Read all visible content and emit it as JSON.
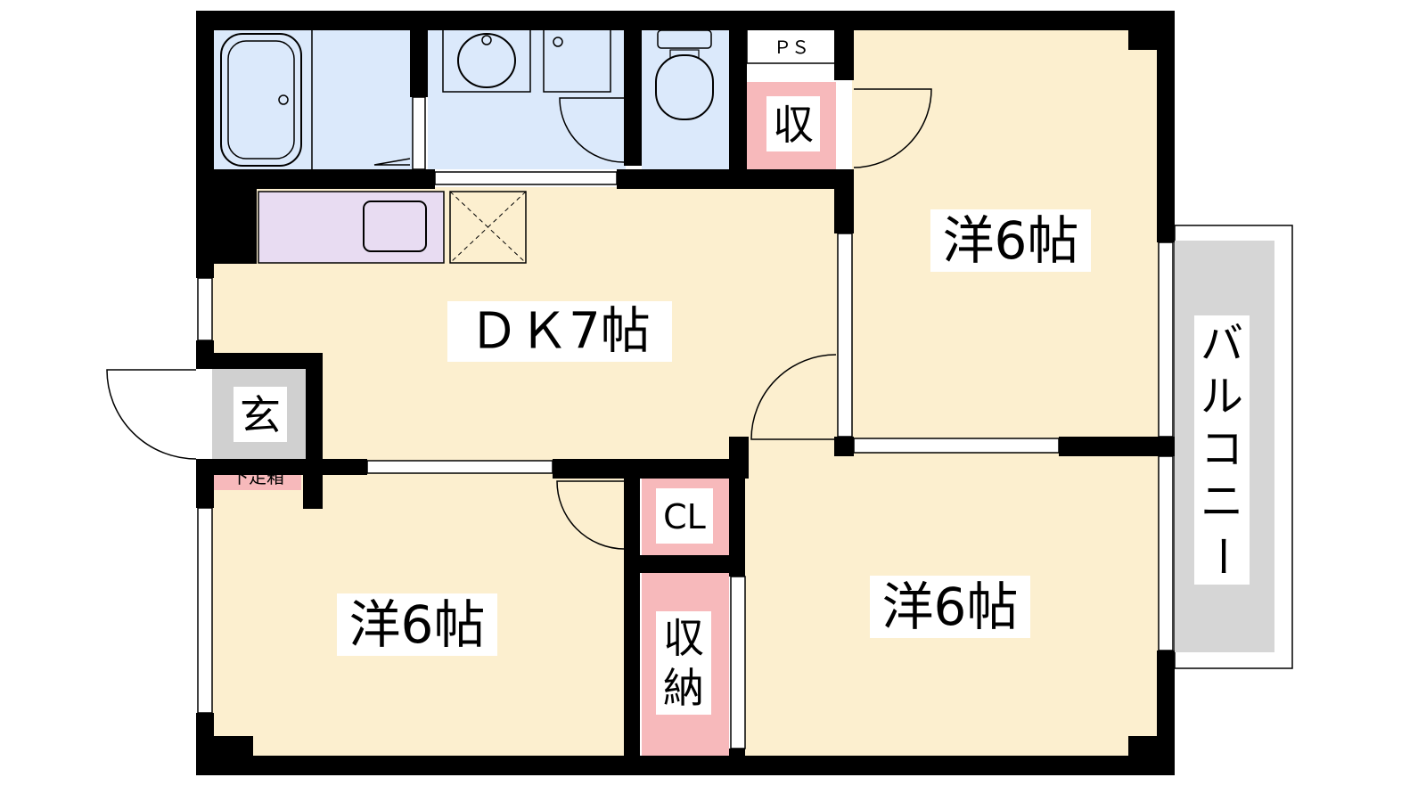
{
  "floor_plan": {
    "rooms": {
      "dk": "ＤＫ7帖",
      "western_upper_right": "洋6帖",
      "western_lower_left": "洋6帖",
      "western_lower_right": "洋6帖"
    },
    "labels": {
      "entrance": "玄",
      "shoe_box": "下足箱",
      "pipe_space": "ＰＳ",
      "storage_small": "収",
      "closet": "CL",
      "storage_1": "収",
      "storage_2": "納"
    },
    "balcony": [
      "バ",
      "ル",
      "コ",
      "ニ",
      "ー"
    ]
  },
  "colors": {
    "room_floor": "#fcefcf",
    "wet_area": "#dbe9fb",
    "storage": "#f7b9bb",
    "kitchen_counter": "#e8dcf2",
    "balcony": "#d6d6d6",
    "wall": "#000000"
  }
}
